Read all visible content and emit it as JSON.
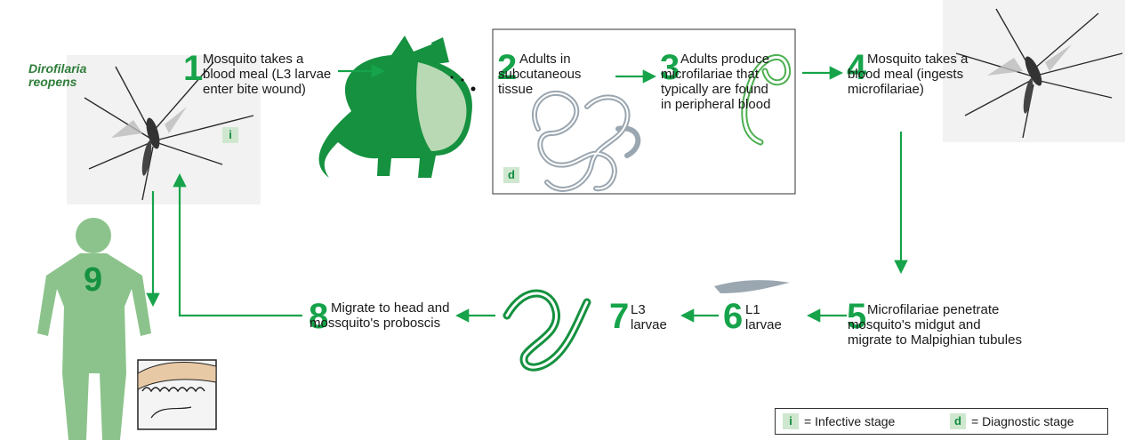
{
  "species_label": "Dirofilaria reopens",
  "steps": [
    {
      "num": "1",
      "text": "Mosquito takes a blood meal (L3 larvae enter bite wound)"
    },
    {
      "num": "2",
      "text": "Adults in subcutaneous tissue"
    },
    {
      "num": "3",
      "text": "Adults produce microfilariae that typically are found in peripheral blood"
    },
    {
      "num": "4",
      "text": "Mosquito takes a blood meal (ingests microfilariae)"
    },
    {
      "num": "5",
      "text": "Microfilariae penetrate mosquito's midgut and migrate to Malpighian tubules"
    },
    {
      "num": "6",
      "text": "L1 larvae"
    },
    {
      "num": "7",
      "text": "L3 larvae"
    },
    {
      "num": "8",
      "text": "Migrate to head and mossquito's proboscis"
    },
    {
      "num": "9",
      "text": ""
    }
  ],
  "badges": {
    "infective": "i",
    "diagnostic": "d"
  },
  "legend": {
    "infective_letter": "i",
    "infective_label": "= Infective stage",
    "diagnostic_letter": "d",
    "diagnostic_label": "= Diagnostic stage"
  },
  "colors": {
    "accent": "#16a34a",
    "badge_bg": "#cfe7cf",
    "human": "#8cc38c",
    "dog_dark": "#15913f",
    "dog_light": "#b8d9b4",
    "worm": "#9aa6b0"
  }
}
